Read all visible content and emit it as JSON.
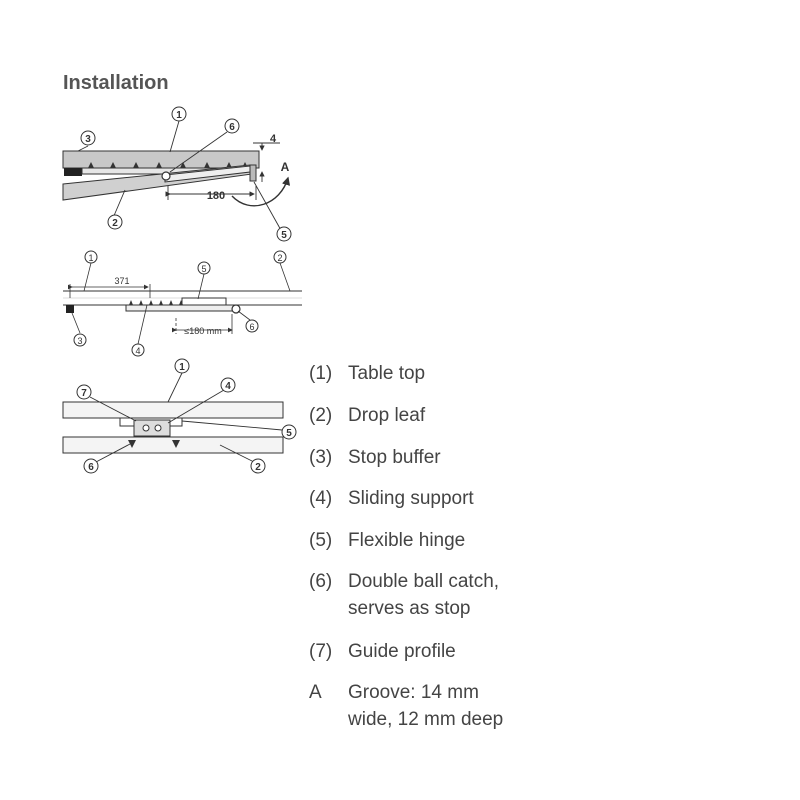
{
  "title": "Installation",
  "diagram": {
    "top_view": {
      "callouts": [
        "1",
        "3",
        "6",
        "2",
        "5"
      ],
      "dim_180": "180",
      "dim_4": "4",
      "label_A": "A"
    },
    "side_view": {
      "callouts": [
        "1",
        "5",
        "2",
        "3",
        "4",
        "6"
      ],
      "dim_371": "371",
      "dim_180mm": "≤180 mm"
    },
    "section_view": {
      "callouts": [
        "1",
        "7",
        "4",
        "5",
        "6",
        "2"
      ]
    }
  },
  "legend": [
    {
      "key": "(1)",
      "text": "Table top"
    },
    {
      "key": "(2)",
      "text": "Drop leaf"
    },
    {
      "key": "(3)",
      "text": "Stop buffer"
    },
    {
      "key": "(4)",
      "text": "Sliding support"
    },
    {
      "key": "(5)",
      "text": "Flexible hinge"
    },
    {
      "key": "(6)",
      "text": "Double ball catch,\nserves as stop"
    },
    {
      "key": "(7)",
      "text": "Guide profile"
    },
    {
      "key": "A",
      "text": "Groove: 14 mm\nwide, 12 mm deep"
    }
  ]
}
